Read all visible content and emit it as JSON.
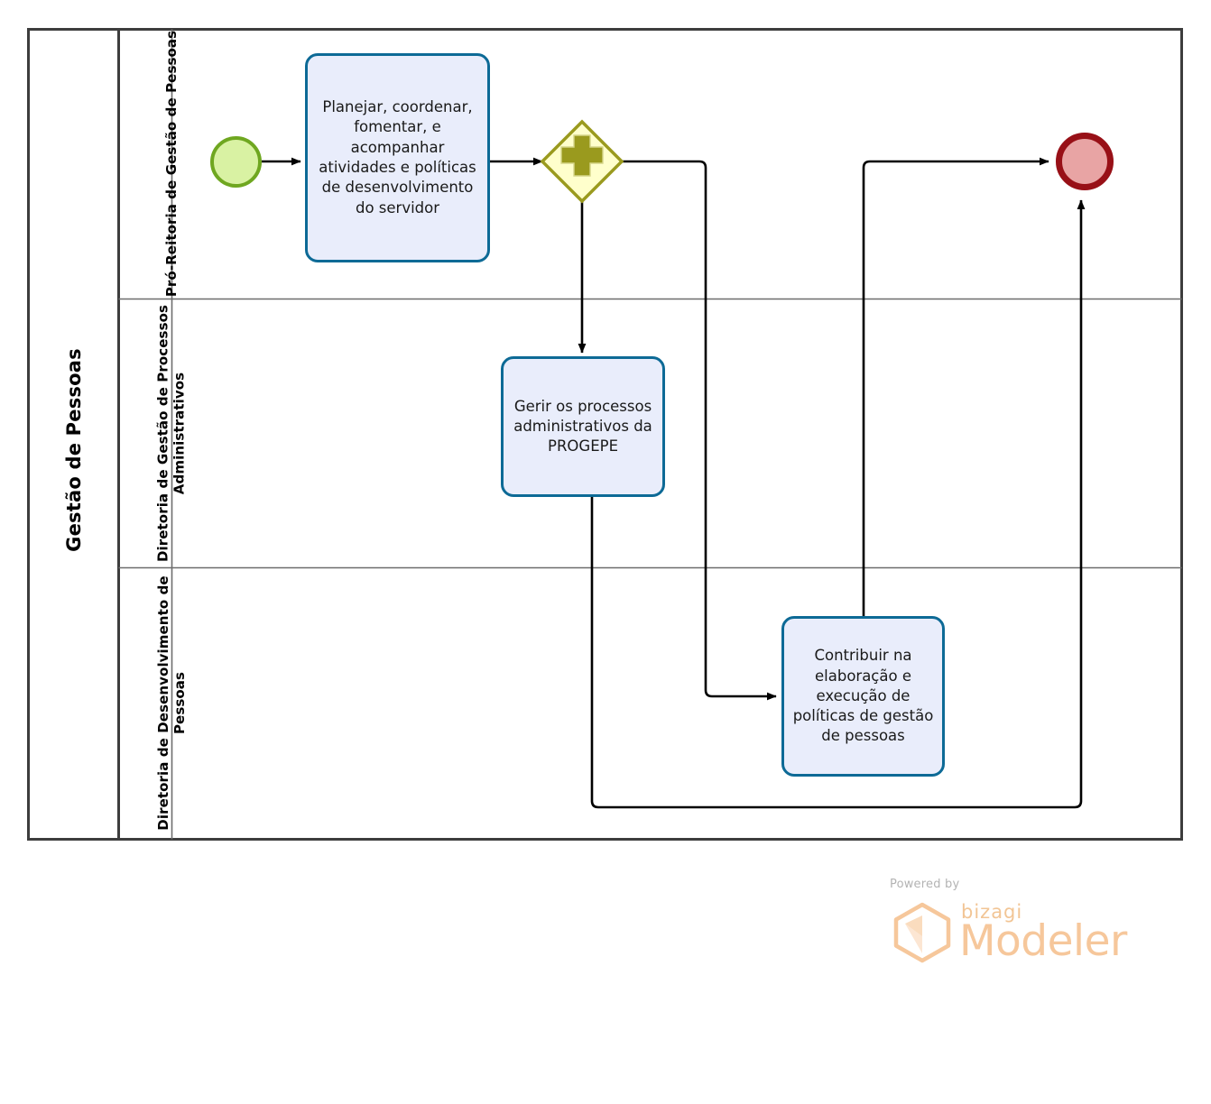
{
  "diagram": {
    "type": "bpmn-process-diagram",
    "pool": {
      "label": "Gestão de Pessoas"
    },
    "lanes": [
      {
        "id": "lane-1",
        "label": "Pró-Reitoria de Gestão de Pessoas"
      },
      {
        "id": "lane-2",
        "label": "Diretoria de Gestão de Processos Administrativos"
      },
      {
        "id": "lane-3",
        "label": "Diretoria de Desenvolvimento de Pessoas"
      }
    ],
    "events": [
      {
        "id": "start-event",
        "kind": "start",
        "lane": "lane-1",
        "fill": "#d9f2a3",
        "stroke": "#6fa720"
      },
      {
        "id": "end-event",
        "kind": "end",
        "lane": "lane-1",
        "fill": "#e8a4a4",
        "stroke": "#981017"
      }
    ],
    "gateways": [
      {
        "id": "parallel-gateway",
        "kind": "parallel",
        "symbol": "plus",
        "lane": "lane-1",
        "fill": "#ffffcc",
        "stroke": "#9a9a1e"
      }
    ],
    "tasks": [
      {
        "id": "task-planejar",
        "lane": "lane-1",
        "label": "Planejar, coordenar, fomentar, e acompanhar atividades e políticas de desenvolvimento do servidor"
      },
      {
        "id": "task-gerir",
        "lane": "lane-2",
        "label": "Gerir os processos administrativos da PROGEPE"
      },
      {
        "id": "task-contribuir",
        "lane": "lane-3",
        "label": "Contribuir na elaboração e execução de políticas de gestão de pessoas"
      }
    ],
    "flows": [
      {
        "id": "flow-start-to-planejar",
        "from": "start-event",
        "to": "task-planejar"
      },
      {
        "id": "flow-planejar-to-gateway",
        "from": "task-planejar",
        "to": "parallel-gateway"
      },
      {
        "id": "flow-gateway-to-gerir",
        "from": "parallel-gateway",
        "to": "task-gerir"
      },
      {
        "id": "flow-gateway-to-contribuir",
        "from": "parallel-gateway",
        "to": "task-contribuir"
      },
      {
        "id": "flow-contribuir-to-end",
        "from": "task-contribuir",
        "to": "end-event"
      },
      {
        "id": "flow-gerir-to-end",
        "from": "task-gerir",
        "to": "end-event"
      }
    ],
    "colors": {
      "task_fill": "#e9edfb",
      "task_stroke": "#0d6a96",
      "pool_stroke": "#4a4a4a",
      "connector": "#000000"
    }
  },
  "watermark": {
    "powered_by": "Powered by",
    "brand": "bizagi",
    "product": "Modeler",
    "color": "#f6c79b"
  }
}
